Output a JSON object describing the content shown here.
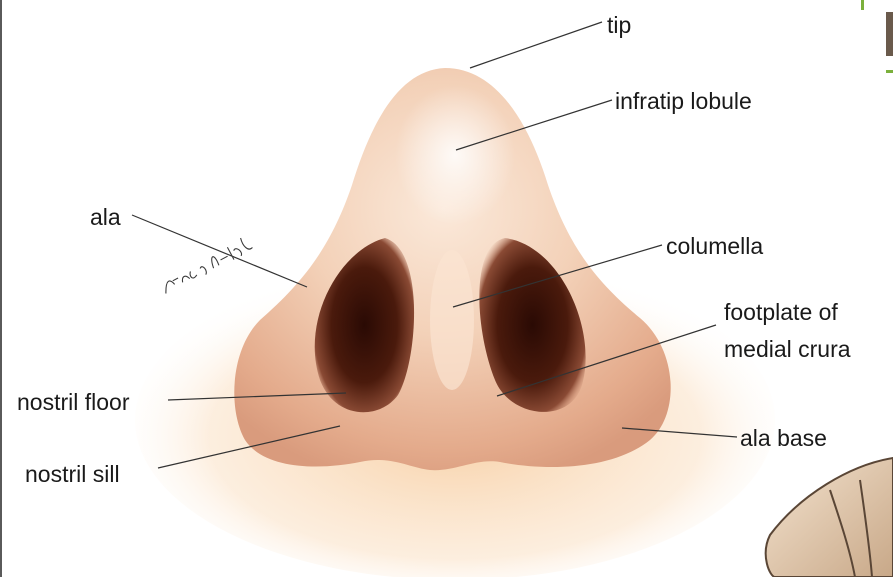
{
  "labels": {
    "tip": "tip",
    "infratip_lobule": "infratip lobule",
    "ala": "ala",
    "columella": "columella",
    "footplate_line1": "footplate of",
    "footplate_line2": "medial crura",
    "nostril_floor": "nostril floor",
    "nostril_sill": "nostril sill",
    "ala_base": "ala base"
  },
  "signature": "Fox and Starfield",
  "colors": {
    "skin_light": "#f6dcc6",
    "skin_mid": "#e9b898",
    "skin_shadow": "#f3c79a",
    "nostril_dark": "#3a1208",
    "leader_line": "#333333",
    "accent_green": "#7bb03c"
  }
}
